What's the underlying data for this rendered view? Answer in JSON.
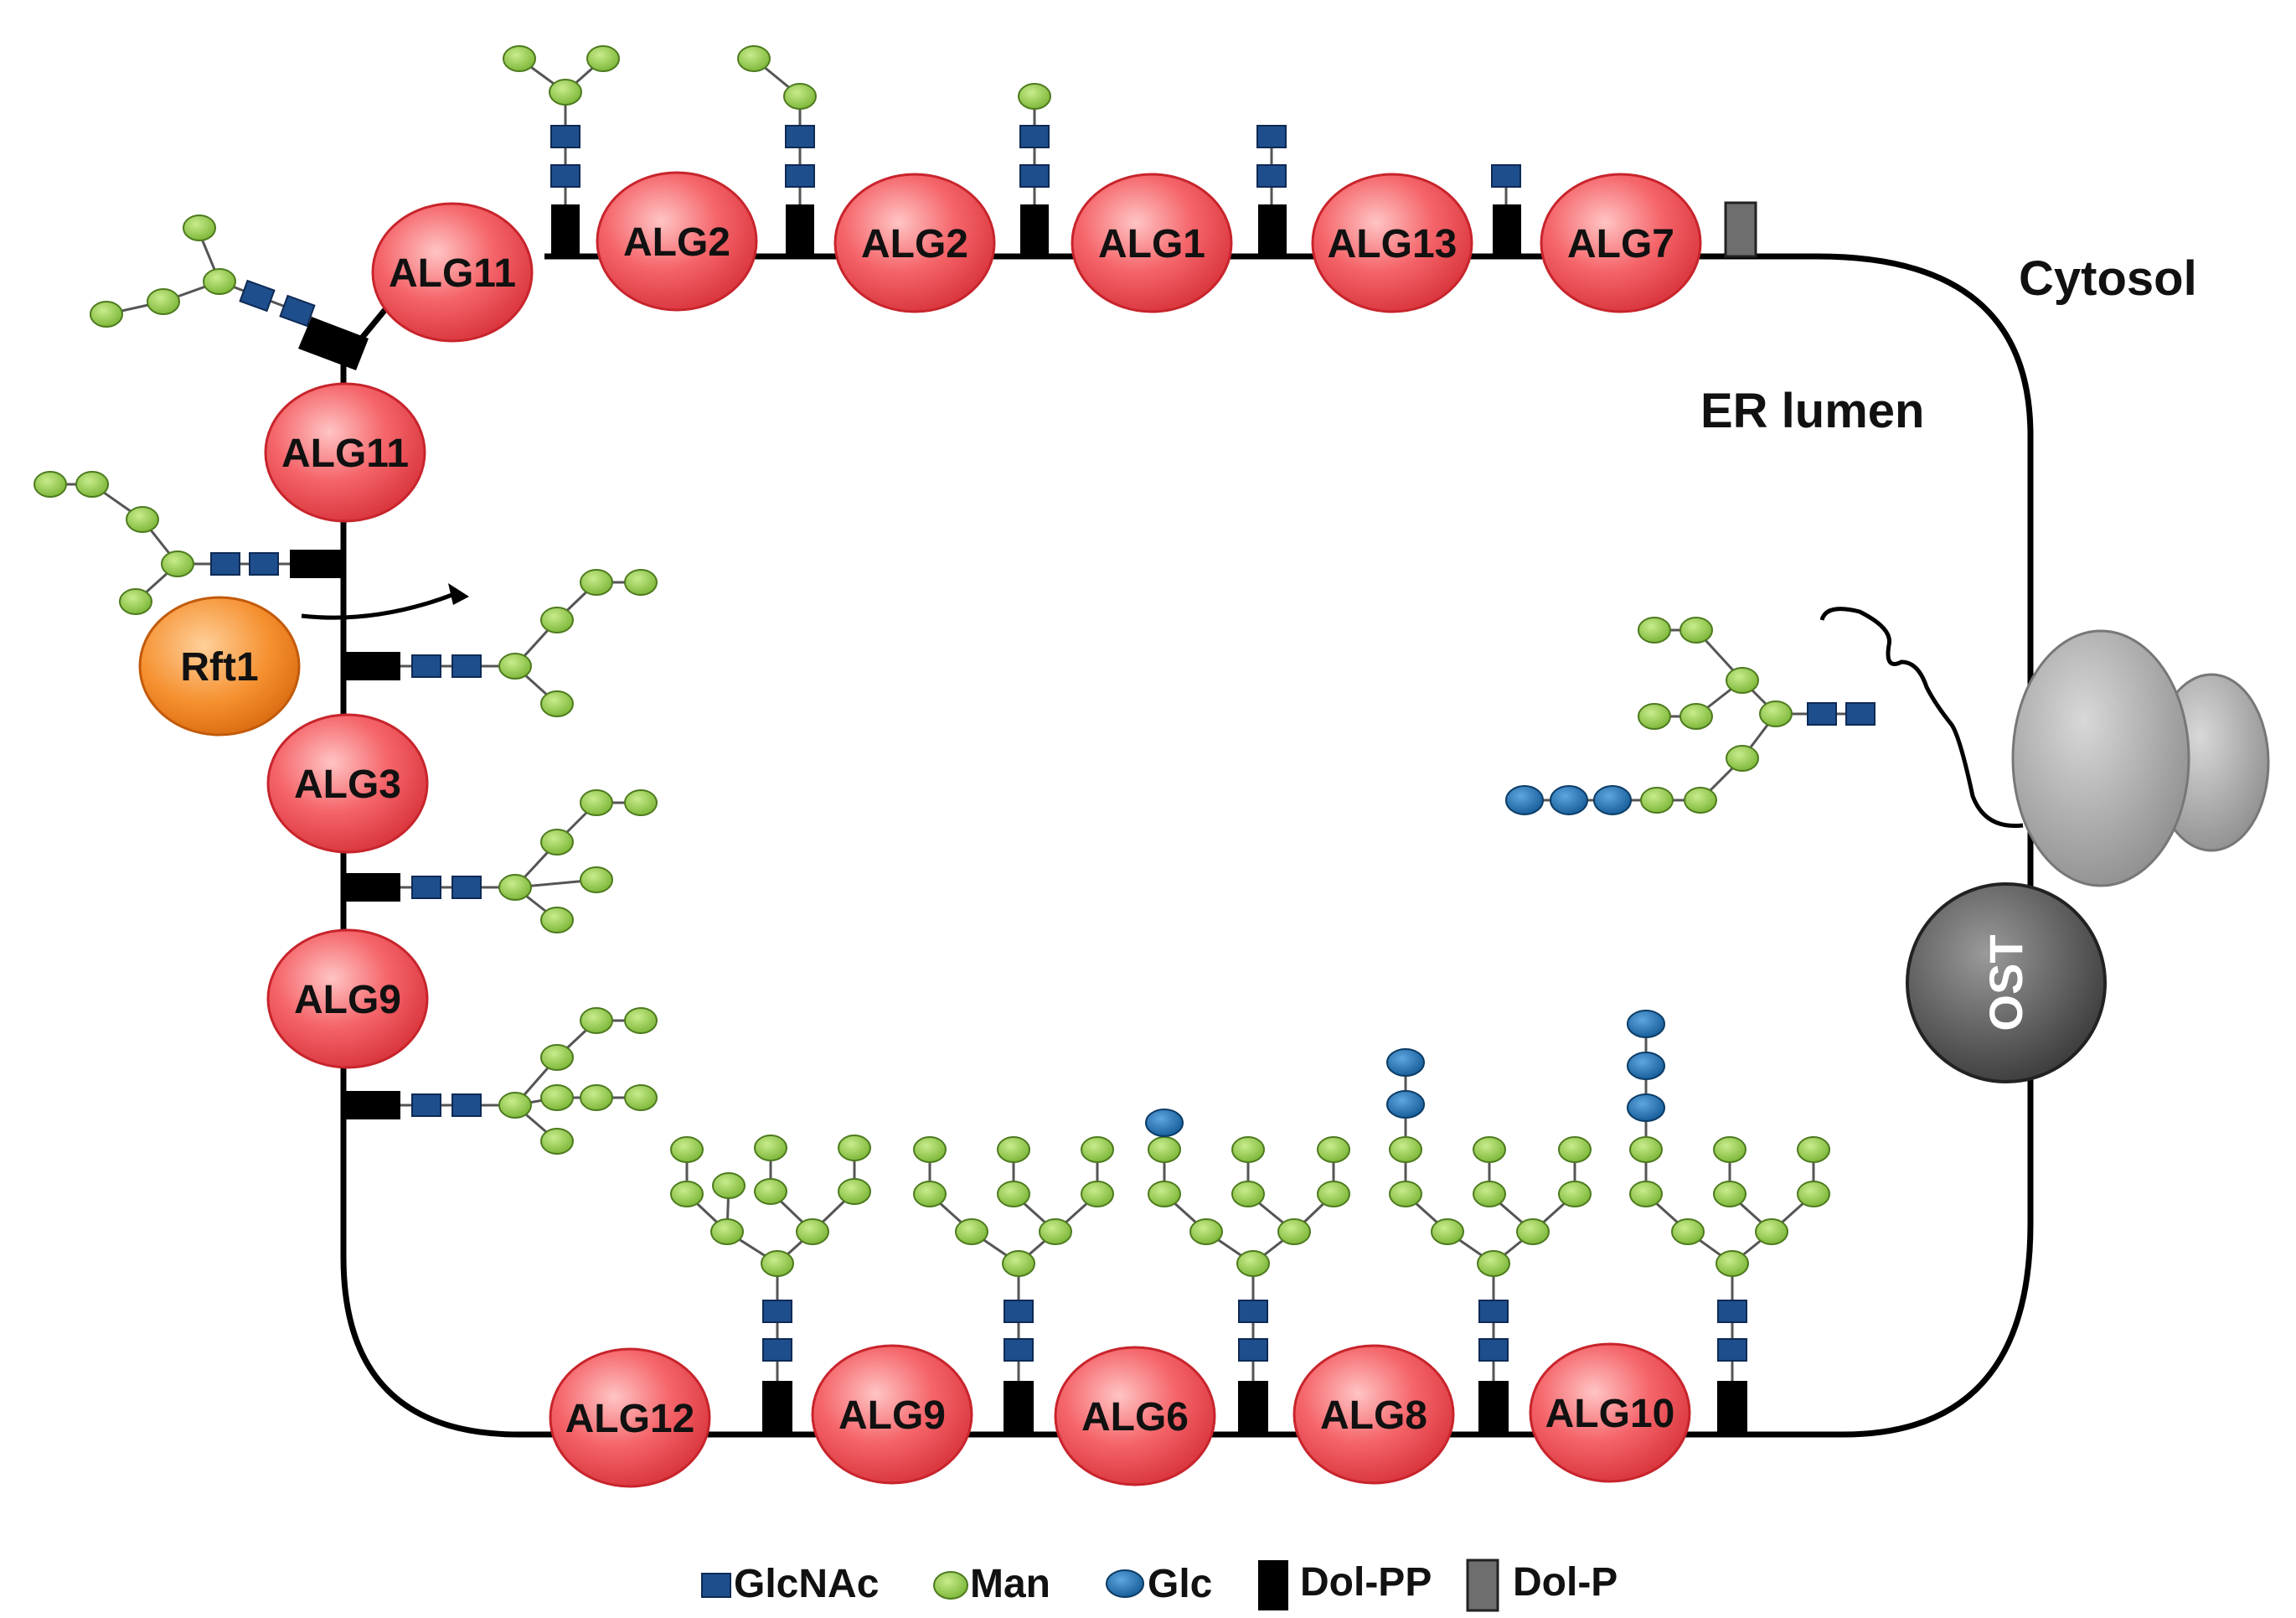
{
  "regions": {
    "cytosol": "Cytosol",
    "er_lumen": "ER lumen"
  },
  "enzymes": {
    "alg7": "ALG7",
    "alg13": "ALG13",
    "alg1": "ALG1",
    "alg2a": "ALG2",
    "alg2b": "ALG2",
    "alg11a": "ALG11",
    "alg11b": "ALG11",
    "rft1": "Rft1",
    "alg3": "ALG3",
    "alg9a": "ALG9",
    "alg12": "ALG12",
    "alg9b": "ALG9",
    "alg6": "ALG6",
    "alg8": "ALG8",
    "alg10": "ALG10",
    "ost": "OST"
  },
  "legend": {
    "glcnac": "GlcNAc",
    "man": "Man",
    "glc": "Glc",
    "dolpp": "Dol-PP",
    "dolp": "Dol-P"
  },
  "colors": {
    "enzyme_fill": "#f25a60",
    "rft1_fill": "#f58a2e",
    "mannose": "#8cc63e",
    "glcnac": "#1f4e8c",
    "glucose": "#1f6fb0",
    "dolichol": "#000000",
    "dol_p": "#6e6e6e",
    "ost": "#444444",
    "ribosome": "#a8a8a8"
  }
}
